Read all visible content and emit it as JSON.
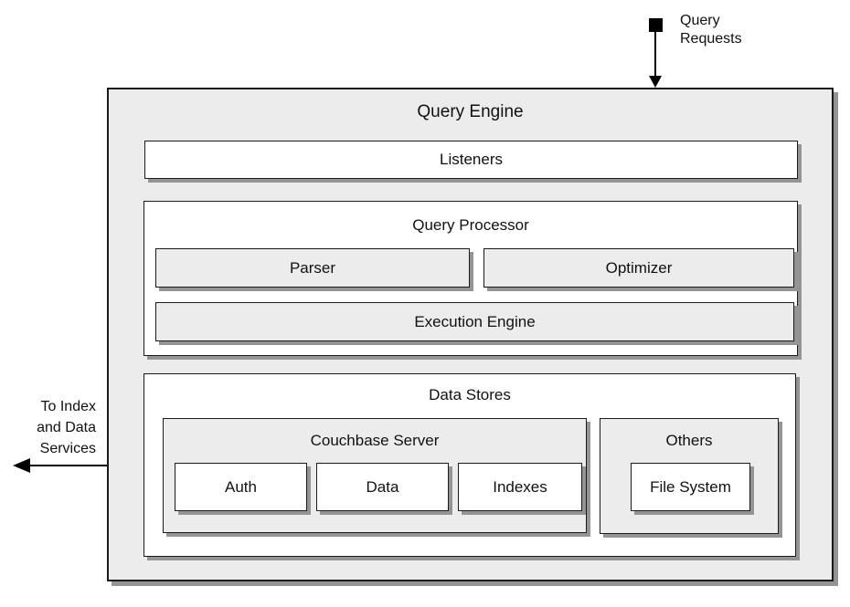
{
  "colors": {
    "box_fill_gray": "#ececec",
    "box_fill_white": "#ffffff",
    "border": "#1a1a1a",
    "shadow": "#949494",
    "text": "#111111"
  },
  "annotations": {
    "query_requests": {
      "label": "Query\nRequests"
    },
    "to_services": {
      "label": "To Index\nand Data\nServices"
    }
  },
  "engine": {
    "title": "Query Engine",
    "listeners": {
      "label": "Listeners"
    },
    "query_processor": {
      "title": "Query Processor",
      "parser": {
        "label": "Parser"
      },
      "optimizer": {
        "label": "Optimizer"
      },
      "execution_engine": {
        "label": "Execution Engine"
      }
    },
    "data_stores": {
      "title": "Data Stores",
      "couchbase_server": {
        "title": "Couchbase Server",
        "auth": {
          "label": "Auth"
        },
        "data": {
          "label": "Data"
        },
        "indexes": {
          "label": "Indexes"
        }
      },
      "others": {
        "title": "Others",
        "file_system": {
          "label": "File System"
        }
      }
    }
  }
}
